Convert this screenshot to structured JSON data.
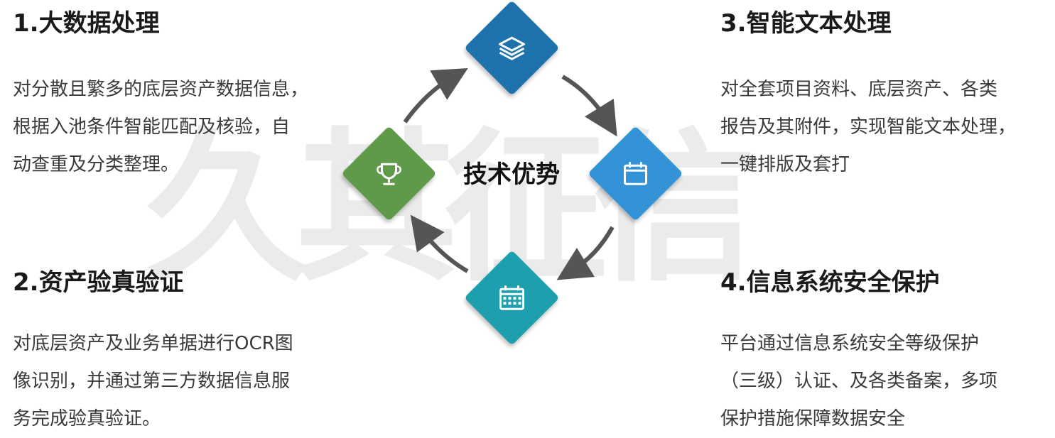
{
  "watermark": "久其征信",
  "center_label": "技术优势",
  "colors": {
    "top_diamond": "#1f73ad",
    "right_diamond": "#3393d7",
    "bottom_diamond": "#1e9fae",
    "left_diamond": "#5f9a4a",
    "arrow": "#555555"
  },
  "sections": [
    {
      "title": "1.大数据处理",
      "text": "对分散且繁多的底层资产数据信息，\n根据入池条件智能匹配及核验，自\n动查重及分类整理。"
    },
    {
      "title": "2.资产验真验证",
      "text": "对底层资产及业务单据进行OCR图\n像识别，并通过第三方数据信息服\n务完成验真验证。"
    },
    {
      "title": "3.智能文本处理",
      "text": "对全套项目资料、底层资产、各类\n报告及其附件，实现智能文本处理，\n一键排版及套打"
    },
    {
      "title": "4.信息系统安全保护",
      "text": "平台通过信息系统安全等级保护\n（三级）认证、及各类备案，多项\n保护措施保障数据安全"
    }
  ],
  "icons": {
    "top": "layers-icon",
    "right": "calendar-icon",
    "bottom": "calendar-grid-icon",
    "left": "trophy-icon"
  }
}
